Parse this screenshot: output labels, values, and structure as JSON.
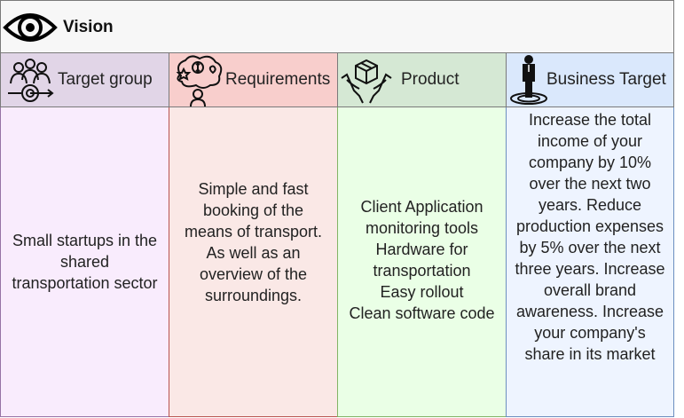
{
  "header": {
    "title": "Vision",
    "icon": "eye-icon"
  },
  "columns": [
    {
      "heading": "Target group",
      "icon": "target-group-icon",
      "head_color": "#e1d5e7",
      "body_color": "#f9ecfd",
      "body_lines": [
        "Small startups in the",
        "shared",
        "transportation sector"
      ]
    },
    {
      "heading": "Requirements",
      "icon": "requirements-icon",
      "head_color": "#f8cecc",
      "body_color": "#fae8e6",
      "body_lines": [
        "Simple and fast",
        "booking of the",
        "means of transport.",
        "As well as an",
        "overview of the",
        "surroundings."
      ]
    },
    {
      "heading": "Product",
      "icon": "product-icon",
      "head_color": "#d5e8d4",
      "body_color": "#eaffe6",
      "body_lines": [
        "Client Application",
        "monitoring tools",
        "Hardware for",
        "transportation",
        "Easy rollout",
        "Clean software code"
      ]
    },
    {
      "heading": "Business Target",
      "icon": "business-target-icon",
      "head_color": "#dae8fc",
      "body_color": "#eef4ff",
      "body_lines": [
        "Increase the total",
        "income of your",
        "company by 10%",
        "over the next two",
        "years. Reduce",
        "production expenses",
        "by 5% over the next",
        "three years. Increase",
        "overall brand",
        "awareness. Increase",
        "your company's",
        "share in its market"
      ]
    }
  ]
}
